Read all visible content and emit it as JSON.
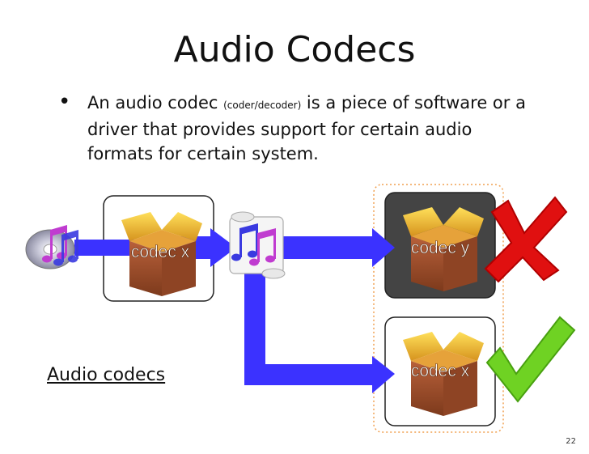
{
  "title": "Audio Codecs",
  "bullet": {
    "part1": "An audio codec ",
    "paren": "(coder/decoder)",
    "part2": " is a piece of software or a driver that provides support for certain audio formats for certain system."
  },
  "diagram": {
    "codec_x_label": "codec x",
    "codec_y_label": "codec y",
    "codec_x2_label": "codec x",
    "audio_codecs_label": "Audio codecs"
  },
  "page_number": "22",
  "colors": {
    "arrow": "#3b32ff",
    "cross": "#e01010",
    "check": "#6fd223",
    "box_orange": "#f0a836",
    "dotted_outline": "#f0a050",
    "dark_panel": "#444444"
  },
  "icons": [
    "cd-music-icon",
    "music-notes-icon",
    "scroll-music-icon",
    "box-icon",
    "red-x-icon",
    "green-check-icon"
  ]
}
